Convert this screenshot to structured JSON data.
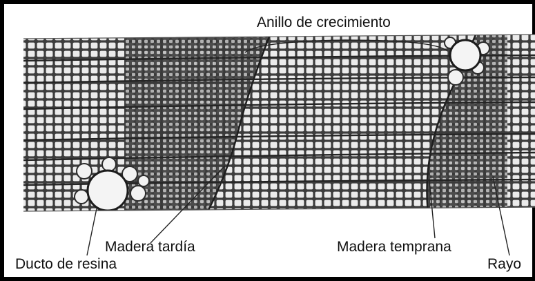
{
  "figure": {
    "labels": {
      "growth_ring": "Anillo de crecimiento",
      "latewood": "Madera tardía",
      "earlywood": "Madera temprana",
      "resin_duct": "Ducto de resina",
      "ray": "Rayo"
    },
    "colors": {
      "background": "#ffffff",
      "frame": "#000000",
      "cell_wall": "#3a3a3a",
      "cell_lumen": "#e9e9e9",
      "latewood_tone": "#8e8e8e",
      "leader_line": "#222222"
    }
  }
}
